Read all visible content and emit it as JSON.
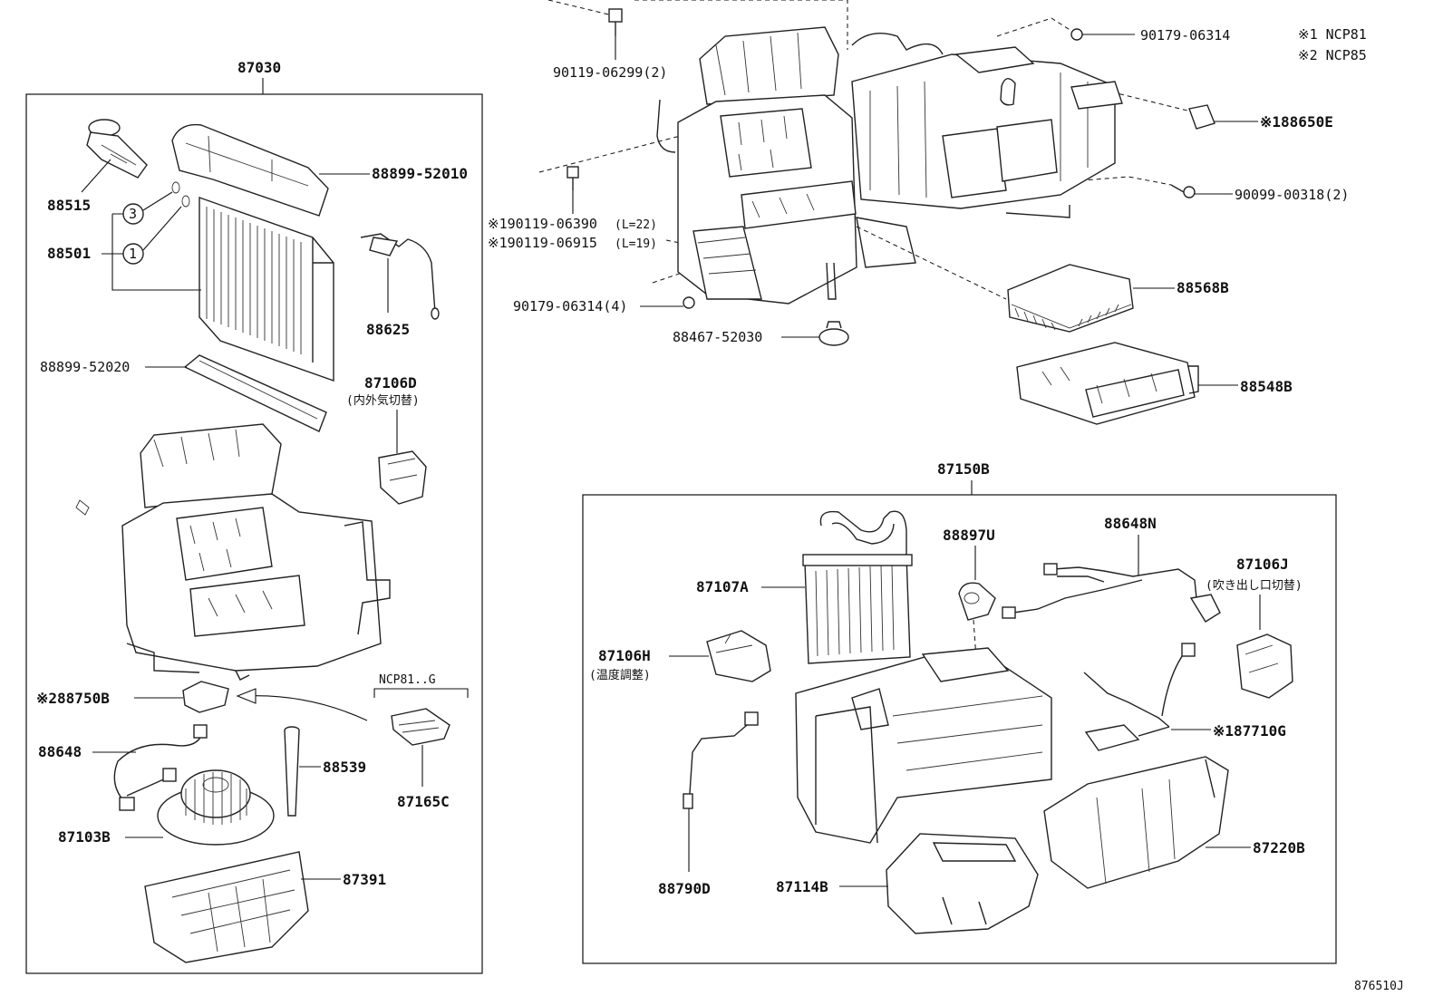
{
  "groups": {
    "left": "87030",
    "right": "87150B"
  },
  "notes": {
    "n1": "※1 NCP81",
    "n2": "※2 NCP85"
  },
  "figure_code": "876510J",
  "callouts": {
    "n3": "3",
    "n1": "1"
  },
  "subgroup_label": "NCP81..G",
  "labels": {
    "p88515": "88515",
    "p88501": "88501",
    "p88899_52010": "88899-52010",
    "p88625": "88625",
    "p88899_52020": "88899-52020",
    "p87106D": "87106D",
    "p87106D_note": "(内外気切替)",
    "p88750B": "※288750B",
    "p88648": "88648",
    "p88539": "88539",
    "p87165C": "87165C",
    "p87103B": "87103B",
    "p87391": "87391",
    "p90119_06299": "90119-06299(2)",
    "p90179_06314_top": "90179-06314",
    "p88650E": "※188650E",
    "p90099_00318": "90099-00318(2)",
    "p90119_06390": "※190119-06390",
    "p90119_06390_len": "(L=22)",
    "p90119_06915": "※190119-06915",
    "p90119_06915_len": "(L=19)",
    "p90179_06314_4": "90179-06314(4)",
    "p88467_52030": "88467-52030",
    "p88568B": "88568B",
    "p88548B": "88548B",
    "p88897U": "88897U",
    "p88648N": "88648N",
    "p87107A": "87107A",
    "p87106J": "87106J",
    "p87106J_note": "(吹き出し口切替)",
    "p87106H": "87106H",
    "p87106H_note": "(温度調整)",
    "p87710G": "※187710G",
    "p88790D": "88790D",
    "p87114B": "87114B",
    "p87220B": "87220B"
  }
}
